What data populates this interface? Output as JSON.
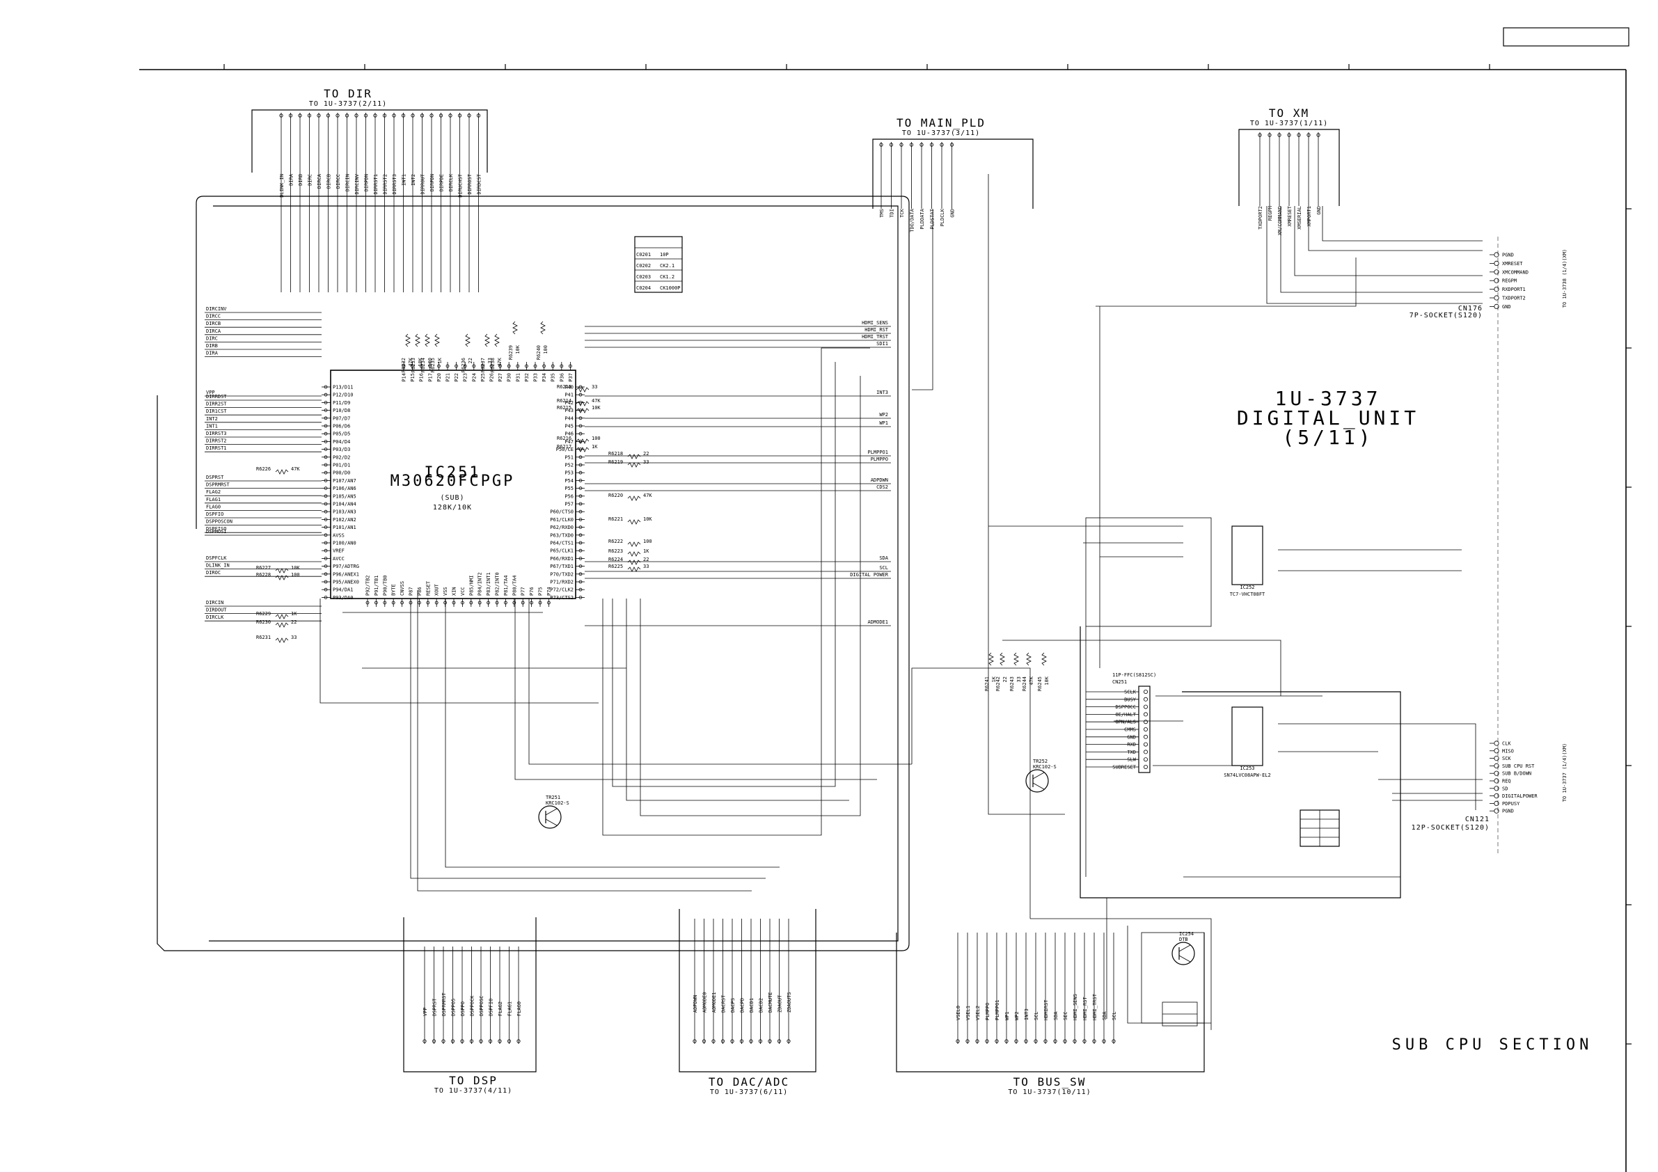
{
  "page_label": "",
  "connectors": {
    "dir": {
      "title": "TO DIR",
      "sub": "TO 1U-3737(2/11)",
      "pins": [
        "DLINK_IN",
        "DIRA",
        "DIRB",
        "DIRC",
        "DIRCA",
        "DIRCB",
        "DIRCC",
        "DIRCIN",
        "DIRCINV",
        "DIRPDN",
        "DIRRST1",
        "DIRRST2",
        "DIRRST3",
        "INT1",
        "INT2",
        "DIRROUT",
        "DIRPDN",
        "DIRPDE",
        "DIRCLK",
        "DIRUCHST",
        "DIRROST",
        "DIRDCST"
      ]
    },
    "main_pld": {
      "title": "TO MAIN_PLD",
      "sub": "TO 1U-3737(3/11)",
      "pins": [
        "TMS",
        "TDI",
        "TCK",
        "TDO/DATA",
        "PLDDATA",
        "PLDSTAT",
        "PLDCLK",
        "GND"
      ]
    },
    "xm": {
      "title": "TO XM",
      "sub": "TO 1U-3737(1/11)",
      "pins": [
        "TXDPORT2",
        "REGPM",
        "XM/COMMAND",
        "XMRESET",
        "XMSERIAL",
        "XMPORT1",
        "GND"
      ]
    },
    "dsp": {
      "title": "TO DSP",
      "sub": "TO 1U-3737(4/11)",
      "pins": [
        "VPP",
        "DSPRST",
        "DSPRMRST",
        "DSPPO5",
        "DSPPO",
        "DSPPOCK",
        "DSPPOSC",
        "DSPFIO",
        "FLAG2",
        "FLAG1",
        "FLAG0"
      ]
    },
    "dac_adc": {
      "title": "TO DAC/ADC",
      "sub": "TO 1U-3737(6/11)",
      "pins": [
        "ADPDWN",
        "ADMODE0",
        "ADMODE1",
        "DACRST",
        "DACPS",
        "DACPD",
        "DACD1",
        "DACD2",
        "DACMUTE",
        "ZDAOUT",
        "ZDAOUTS"
      ]
    },
    "bus_sw": {
      "title": "TO BUS_SW",
      "sub": "TO 1U-3737(10/11)",
      "pins": [
        "VSEL0",
        "VSEL1",
        "VSEL2",
        "PLMPPO",
        "PLMPPO1",
        "WP1",
        "WP2",
        "INT3",
        "SCL",
        "HDMIRST",
        "SDA",
        "SEC",
        "HDMI_SENS",
        "HDMI_RST",
        "HDMI_TRST",
        "SDA",
        "SCL"
      ]
    }
  },
  "ic251": {
    "ref": "IC251",
    "part": "M30620FCPGP",
    "role": "(SUB)",
    "mem": "128K/10K"
  },
  "board": {
    "code": "1U-3737",
    "name": "DIGITAL_UNIT",
    "page": "(5/11)"
  },
  "section": "SUB CPU SECTION",
  "cn176": {
    "ref": "CN176",
    "type": "7P-SOCKET(S120)",
    "dest": "TO 1U-3738 (1/4)(XM)",
    "pins": [
      "PGND",
      "XMRESET",
      "XMCOMMAND",
      "REGPM",
      "RXDPORT1",
      "TXDPORT2",
      "GND"
    ]
  },
  "cn121": {
    "ref": "CN121",
    "type": "12P-SOCKET(S120)",
    "dest": "TO 1U-3737 (1/4)(XM)",
    "pins": [
      "CLK",
      "MISO",
      "SCK",
      "SUB CPU RST",
      "SUB B/DOWN",
      "REQ",
      "SD",
      "DIGITALPOWER",
      "PDPUSY",
      "PGND"
    ]
  },
  "cn251": {
    "ref": "CN251",
    "type": "11P-FFC(S812SC)",
    "pins": [
      "SCLK",
      "BUSY",
      "DSPPOCC",
      "OE/HALT",
      "OPN/ALS",
      "CMMS",
      "GND",
      "RXD",
      "TXD",
      "SLW",
      "SUBRESET"
    ]
  },
  "ic252": {
    "ref": "IC252",
    "part": "TC7-VHCT08FT"
  },
  "ic253": {
    "ref": "IC253",
    "part": "SN74LVC08APW-EL2"
  },
  "transistors": [
    {
      "ref": "TR251",
      "part": "KRC102-S"
    },
    {
      "ref": "TR252",
      "part": "KRC102-S"
    },
    {
      "ref": "IC254",
      "part": "DTB"
    }
  ],
  "capacitor_box": {
    "caps": [
      "C0201",
      "C0202",
      "C0203",
      "C0204"
    ],
    "vals": [
      "10P",
      "CK2.1",
      "CK1.2",
      "CK1000P"
    ]
  },
  "left_signals": [
    "DIRCINV",
    "DIRCC",
    "DIRCB",
    "DIRCA",
    "DIRC",
    "DIRB",
    "DIRA",
    "VPP",
    "DIRRDST",
    "DIRR2ST",
    "DIR1CST",
    "INT2",
    "INT1",
    "DIRRST3",
    "DIRRST2",
    "DIRRST1",
    "DSPRST",
    "DSPRMRST",
    "FLAG2",
    "FLAG1",
    "FLAG0",
    "DSPFIO",
    "DSPPOSCON",
    "DSPFISO",
    "DSPMOSI",
    "DSPFCLK",
    "DLINK_IN",
    "DIROC",
    "DIRCIN",
    "DIRDOUT",
    "DIRCLK"
  ],
  "right_signals": [
    "HDMI_SENS",
    "HDMI_RST",
    "HDMI_TRST",
    "SDI1",
    "INT3",
    "WP2",
    "WP1",
    "PLMPPO1",
    "PLMPPO",
    "ADPDWN",
    "CDS2",
    "ADMODE1",
    "SDA",
    "SCL",
    "DIGITAL POWER"
  ],
  "resistors": [
    "R6213",
    "R6214",
    "R6215",
    "R6216",
    "R6217",
    "R6218",
    "R6219",
    "R6220",
    "R6221",
    "R6222",
    "R6223",
    "R6224",
    "R6225",
    "R6226",
    "R6227",
    "R6228",
    "R6229",
    "R6230",
    "R6231",
    "R6232",
    "R6233",
    "R6234",
    "R6235",
    "R6236",
    "R6237",
    "R6238",
    "R6239",
    "R6240",
    "R6241",
    "R6242",
    "R6243",
    "R6244",
    "R6245"
  ],
  "resistor_values": [
    "33",
    "47K",
    "10K",
    "100",
    "1K",
    "22"
  ],
  "ic_pins_left": [
    "P13/D11",
    "P12/D10",
    "P11/D9",
    "P10/D8",
    "P07/D7",
    "P06/D6",
    "P05/D5",
    "P04/D4",
    "P03/D3",
    "P02/D2",
    "P01/D1",
    "P00/D0",
    "P107/AN7",
    "P106/AN6",
    "P105/AN5",
    "P104/AN4",
    "P103/AN3",
    "P102/AN2",
    "P101/AN1",
    "AVSS",
    "P100/AN0",
    "VREF",
    "AVCC",
    "P97/ADTRG",
    "P96/ANEX1",
    "P95/ANEX0",
    "P94/DA1",
    "P93/DA0"
  ],
  "ic_pins_right": [
    "P40",
    "P41",
    "P42",
    "P43",
    "P44",
    "P45",
    "P46",
    "P47",
    "P50/CE",
    "P51",
    "P52",
    "P53",
    "P54",
    "P55",
    "P56",
    "P57",
    "P60/CTS0",
    "P61/CLK0",
    "P62/RXD0",
    "P63/TXD0",
    "P64/CTS1",
    "P65/CLK1",
    "P66/RXD1",
    "P67/TXD1",
    "P70/TXD2",
    "P71/RXD2",
    "P72/CLK2",
    "P73/CTS2"
  ],
  "ic_pins_top": [
    "P14",
    "P15",
    "P16",
    "P17",
    "P20",
    "P21",
    "P22",
    "P23",
    "P24",
    "P25",
    "P26",
    "P27",
    "P30",
    "P31",
    "P32",
    "P33",
    "P34",
    "P35",
    "P36",
    "P37"
  ],
  "ic_pins_bottom": [
    "P92/TB2",
    "P91/TB1",
    "P90/TB0",
    "BYTE",
    "CNVSS",
    "P87",
    "P86",
    "RESET",
    "XOUT",
    "VSS",
    "XIN",
    "VCC",
    "P85/NMI",
    "P84/INT2",
    "P83/INT1",
    "P82/INT0",
    "P81/TA4",
    "P80/TA4",
    "P77",
    "P76",
    "P75",
    "P74"
  ]
}
